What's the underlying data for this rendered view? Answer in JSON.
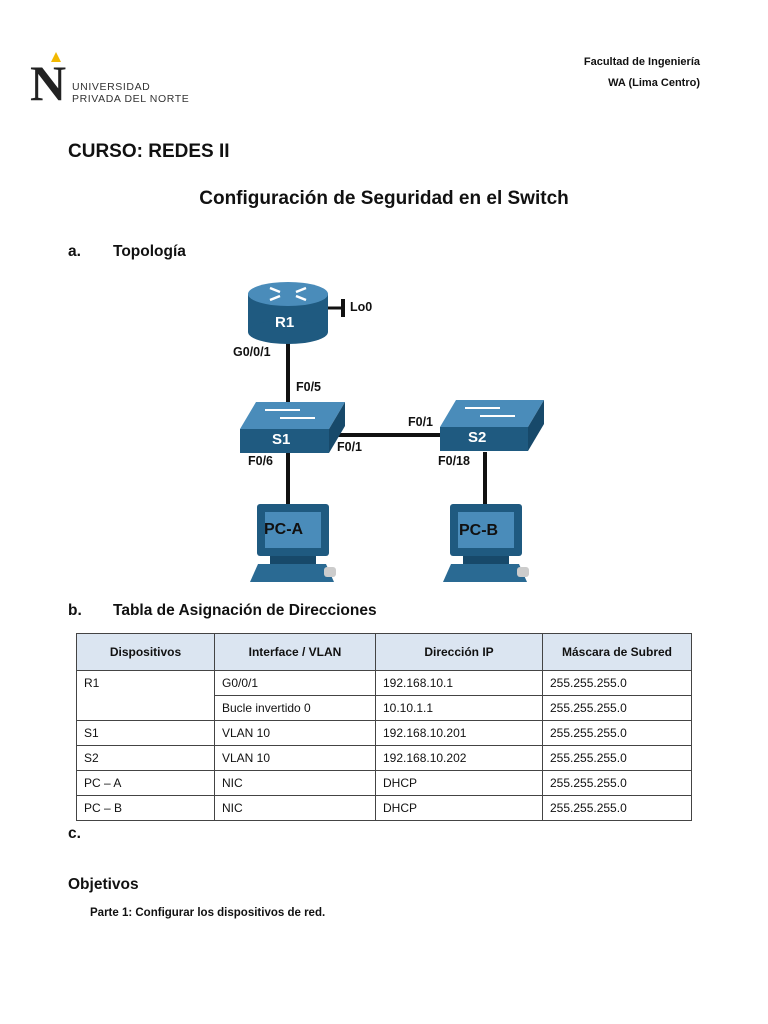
{
  "header": {
    "logo_line1": "UNIVERSIDAD",
    "logo_line2": "PRIVADA DEL NORTE",
    "faculty": "Facultad de Ingeniería",
    "campus": "WA (Lima Centro)"
  },
  "course": "CURSO: REDES II",
  "title": "Configuración de Seguridad en el Switch",
  "section_a": {
    "letter": "a.",
    "text": "Topología"
  },
  "topology": {
    "router": "R1",
    "loopback": "Lo0",
    "r1_port": "G0/0/1",
    "s1_up_port": "F0/5",
    "s1": "S1",
    "s2": "S2",
    "s2_port": "F0/1",
    "s1_link_port": "F0/1",
    "s1_down_port": "F0/6",
    "s2_down_port": "F0/18",
    "pc_a": "PC-A",
    "pc_b": "PC-B",
    "device_color": "#2a6a93"
  },
  "section_b": {
    "letter": "b.",
    "text": "Tabla de Asignación de Direcciones"
  },
  "table": {
    "headers": [
      "Dispositivos",
      "Interface / VLAN",
      "Dirección IP",
      "Máscara de Subred"
    ],
    "rows": [
      [
        "R1",
        "G0/0/1",
        "192.168.10.1",
        "255.255.255.0"
      ],
      [
        "",
        "Bucle invertido 0",
        "10.10.1.1",
        "255.255.255.0"
      ],
      [
        "S1",
        "VLAN 10",
        "192.168.10.201",
        "255.255.255.0"
      ],
      [
        "S2",
        "VLAN 10",
        "192.168.10.202",
        "255.255.255.0"
      ],
      [
        "PC – A",
        "NIC",
        "DHCP",
        "255.255.255.0"
      ],
      [
        "PC – B",
        "NIC",
        "DHCP",
        "255.255.255.0"
      ]
    ],
    "header_bg": "#dbe5f1"
  },
  "section_c": {
    "letter": "c."
  },
  "objectives": {
    "heading": "Objetivos",
    "part1": "Parte 1: Configurar los dispositivos de red."
  }
}
